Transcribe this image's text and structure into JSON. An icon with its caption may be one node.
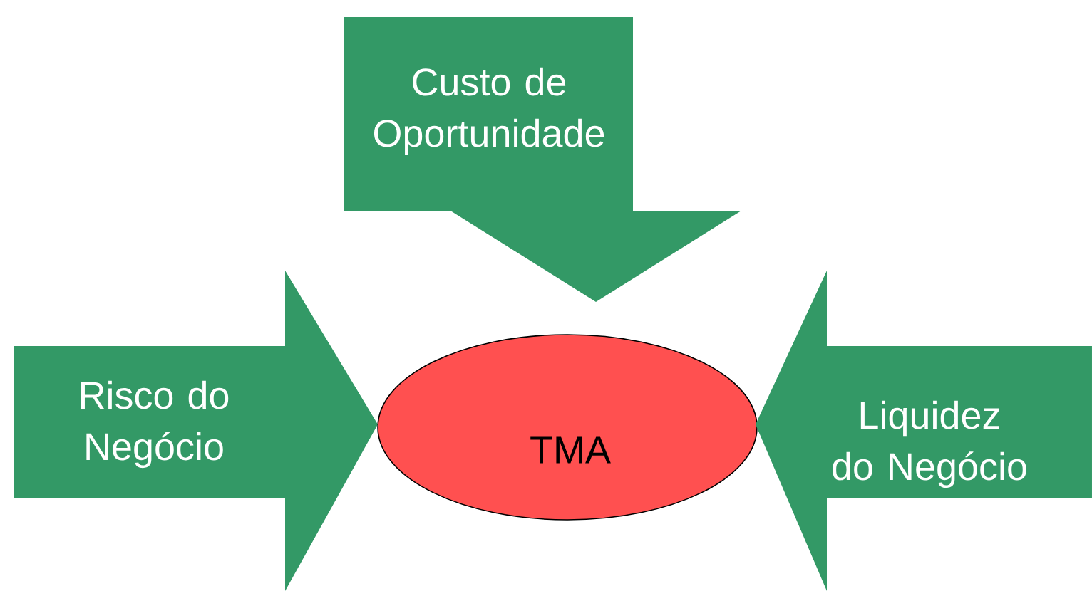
{
  "diagram": {
    "nodes": [
      {
        "text": [
          "Custo de Oportunidade"
        ]
      },
      {
        "text": [
          "Risco do Negócio"
        ]
      },
      {
        "text": [
          "TMA"
        ]
      },
      {
        "text": [
          "Liquidez do Negócio"
        ]
      }
    ]
  }
}
